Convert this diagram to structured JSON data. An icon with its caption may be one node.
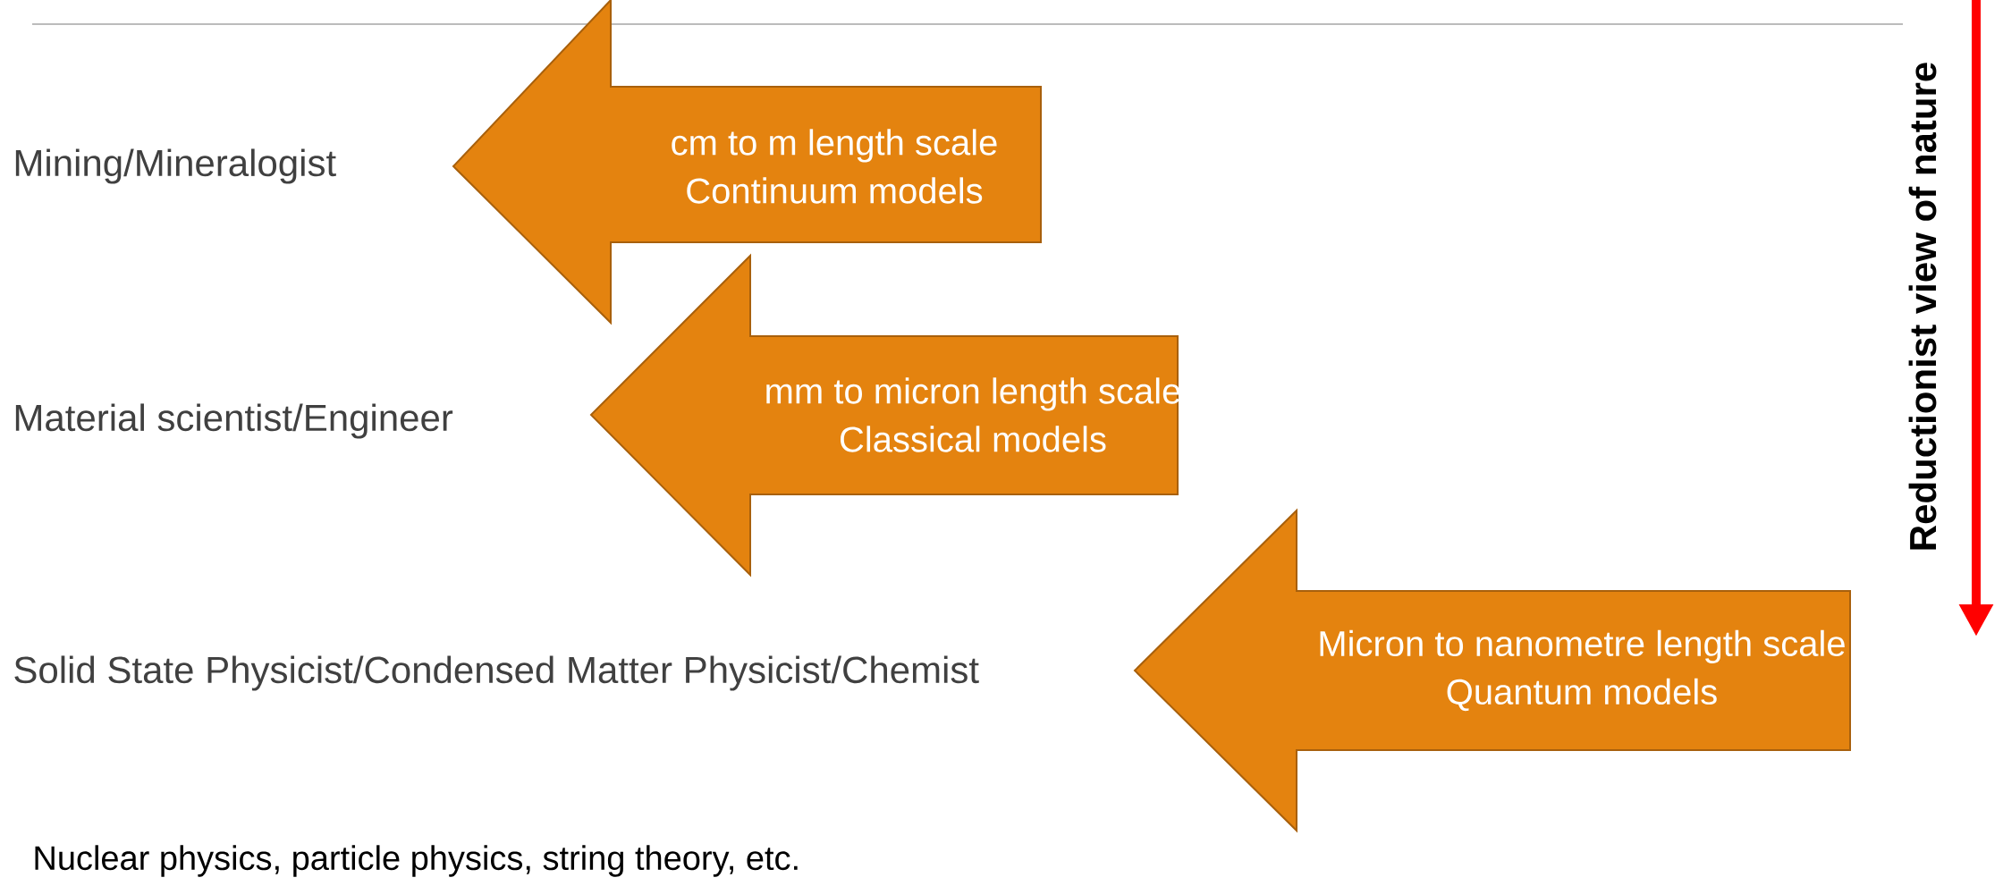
{
  "diagram": {
    "nodes": [
      {
        "text": [
          "cm to m length scale",
          "Continuum models"
        ]
      },
      {
        "text": [
          "mm to micron length scale",
          "Classical models"
        ]
      },
      {
        "text": [
          "Micron to nanometre length scale",
          "Quantum models"
        ]
      }
    ],
    "labels": [
      "Mining/Mineralogist",
      "Material scientist/Engineer",
      "Solid State Physicist/Condensed Matter Physicist/Chemist",
      "Nuclear physics, particle physics, string theory, etc.",
      "Reductionist view of nature"
    ]
  }
}
